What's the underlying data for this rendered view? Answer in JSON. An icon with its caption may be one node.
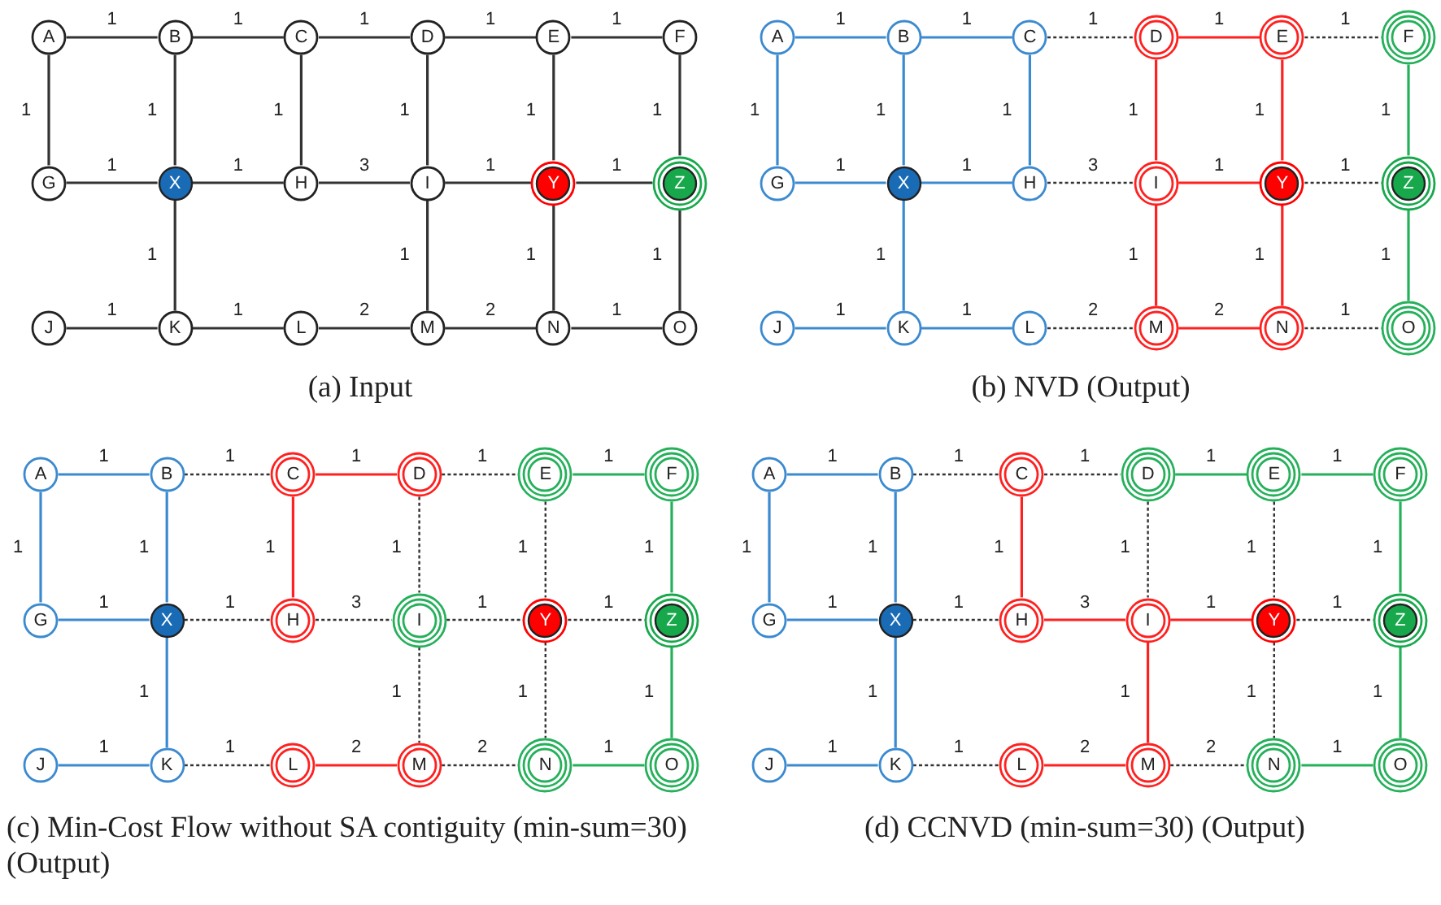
{
  "diagram": {
    "nodes": [
      {
        "text": [
          "A"
        ]
      },
      {
        "text": [
          "B"
        ]
      },
      {
        "text": [
          "C"
        ]
      },
      {
        "text": [
          "D"
        ]
      },
      {
        "text": [
          "E"
        ]
      },
      {
        "text": [
          "F"
        ]
      },
      {
        "text": [
          "G"
        ]
      },
      {
        "text": [
          "X"
        ]
      },
      {
        "text": [
          "H"
        ]
      },
      {
        "text": [
          "I"
        ]
      },
      {
        "text": [
          "Y"
        ]
      },
      {
        "text": [
          "Z"
        ]
      },
      {
        "text": [
          "J"
        ]
      },
      {
        "text": [
          "K"
        ]
      },
      {
        "text": [
          "L"
        ]
      },
      {
        "text": [
          "M"
        ]
      },
      {
        "text": [
          "N"
        ]
      },
      {
        "text": [
          "O"
        ]
      },
      {
        "text": [
          "A"
        ]
      },
      {
        "text": [
          "B"
        ]
      },
      {
        "text": [
          "C"
        ]
      },
      {
        "text": [
          "D"
        ]
      },
      {
        "text": [
          "E"
        ]
      },
      {
        "text": [
          "F"
        ]
      },
      {
        "text": [
          "G"
        ]
      },
      {
        "text": [
          "X"
        ]
      },
      {
        "text": [
          "H"
        ]
      },
      {
        "text": [
          "I"
        ]
      },
      {
        "text": [
          "Y"
        ]
      },
      {
        "text": [
          "Z"
        ]
      },
      {
        "text": [
          "J"
        ]
      },
      {
        "text": [
          "K"
        ]
      },
      {
        "text": [
          "L"
        ]
      },
      {
        "text": [
          "M"
        ]
      },
      {
        "text": [
          "N"
        ]
      },
      {
        "text": [
          "O"
        ]
      },
      {
        "text": [
          "A"
        ]
      },
      {
        "text": [
          "B"
        ]
      },
      {
        "text": [
          "C"
        ]
      },
      {
        "text": [
          "D"
        ]
      },
      {
        "text": [
          "E"
        ]
      },
      {
        "text": [
          "F"
        ]
      },
      {
        "text": [
          "G"
        ]
      },
      {
        "text": [
          "X"
        ]
      },
      {
        "text": [
          "H"
        ]
      },
      {
        "text": [
          "I"
        ]
      },
      {
        "text": [
          "Y"
        ]
      },
      {
        "text": [
          "Z"
        ]
      },
      {
        "text": [
          "J"
        ]
      },
      {
        "text": [
          "K"
        ]
      },
      {
        "text": [
          "L"
        ]
      },
      {
        "text": [
          "M"
        ]
      },
      {
        "text": [
          "N"
        ]
      },
      {
        "text": [
          "O"
        ]
      },
      {
        "text": [
          "A"
        ]
      },
      {
        "text": [
          "B"
        ]
      },
      {
        "text": [
          "C"
        ]
      },
      {
        "text": [
          "D"
        ]
      },
      {
        "text": [
          "E"
        ]
      },
      {
        "text": [
          "F"
        ]
      },
      {
        "text": [
          "G"
        ]
      },
      {
        "text": [
          "X"
        ]
      },
      {
        "text": [
          "H"
        ]
      },
      {
        "text": [
          "I"
        ]
      },
      {
        "text": [
          "Y"
        ]
      },
      {
        "text": [
          "Z"
        ]
      },
      {
        "text": [
          "J"
        ]
      },
      {
        "text": [
          "K"
        ]
      },
      {
        "text": [
          "L"
        ]
      },
      {
        "text": [
          "M"
        ]
      },
      {
        "text": [
          "N"
        ]
      },
      {
        "text": [
          "O"
        ]
      }
    ],
    "edges": [
      {
        "from": 0,
        "to": 1,
        "arrow": "none",
        "label": "1"
      },
      {
        "from": 1,
        "to": 2,
        "arrow": "none",
        "label": "1"
      },
      {
        "from": 2,
        "to": 3,
        "arrow": "none",
        "label": "1"
      },
      {
        "from": 3,
        "to": 4,
        "arrow": "none",
        "label": "1"
      },
      {
        "from": 4,
        "to": 5,
        "arrow": "none",
        "label": "1"
      },
      {
        "from": 0,
        "to": 6,
        "arrow": "none",
        "label": "1"
      },
      {
        "from": 1,
        "to": 7,
        "arrow": "none",
        "label": "1"
      },
      {
        "from": 2,
        "to": 8,
        "arrow": "none",
        "label": "1"
      },
      {
        "from": 3,
        "to": 9,
        "arrow": "none",
        "label": "1"
      },
      {
        "from": 4,
        "to": 10,
        "arrow": "none",
        "label": "1"
      },
      {
        "from": 5,
        "to": 11,
        "arrow": "none",
        "label": "1"
      },
      {
        "from": 6,
        "to": 7,
        "arrow": "none",
        "label": "1"
      },
      {
        "from": 7,
        "to": 8,
        "arrow": "none",
        "label": "1"
      },
      {
        "from": 8,
        "to": 9,
        "arrow": "none",
        "label": "3"
      },
      {
        "from": 9,
        "to": 10,
        "arrow": "none",
        "label": "1"
      },
      {
        "from": 10,
        "to": 11,
        "arrow": "none",
        "label": "1"
      },
      {
        "from": 7,
        "to": 13,
        "arrow": "none",
        "label": "1"
      },
      {
        "from": 9,
        "to": 15,
        "arrow": "none",
        "label": "1"
      },
      {
        "from": 10,
        "to": 16,
        "arrow": "none",
        "label": "1"
      },
      {
        "from": 11,
        "to": 17,
        "arrow": "none",
        "label": "1"
      },
      {
        "from": 12,
        "to": 13,
        "arrow": "none",
        "label": "1"
      },
      {
        "from": 13,
        "to": 14,
        "arrow": "none",
        "label": "1"
      },
      {
        "from": 14,
        "to": 15,
        "arrow": "none",
        "label": "2"
      },
      {
        "from": 15,
        "to": 16,
        "arrow": "none",
        "label": "2"
      },
      {
        "from": 16,
        "to": 17,
        "arrow": "none",
        "label": "1"
      },
      {
        "from": 18,
        "to": 19,
        "arrow": "none",
        "label": "1",
        "color": "#3b8ad0"
      },
      {
        "from": 19,
        "to": 20,
        "arrow": "none",
        "label": "1",
        "color": "#3b8ad0"
      },
      {
        "from": 20,
        "to": 21,
        "arrow": "none",
        "label": "1",
        "style": "dashed"
      },
      {
        "from": 21,
        "to": 22,
        "arrow": "none",
        "label": "1",
        "color": "#ff2020"
      },
      {
        "from": 22,
        "to": 23,
        "arrow": "none",
        "label": "1",
        "style": "dashed"
      },
      {
        "from": 18,
        "to": 24,
        "arrow": "none",
        "label": "1",
        "color": "#3b8ad0"
      },
      {
        "from": 19,
        "to": 25,
        "arrow": "none",
        "label": "1",
        "color": "#3b8ad0"
      },
      {
        "from": 20,
        "to": 26,
        "arrow": "none",
        "label": "1",
        "color": "#3b8ad0"
      },
      {
        "from": 21,
        "to": 27,
        "arrow": "none",
        "label": "1",
        "color": "#ff2020"
      },
      {
        "from": 22,
        "to": 28,
        "arrow": "none",
        "label": "1",
        "color": "#ff2020"
      },
      {
        "from": 23,
        "to": 29,
        "arrow": "none",
        "label": "1",
        "color": "#25b05a"
      },
      {
        "from": 24,
        "to": 25,
        "arrow": "none",
        "label": "1",
        "color": "#3b8ad0"
      },
      {
        "from": 25,
        "to": 26,
        "arrow": "none",
        "label": "1",
        "color": "#3b8ad0"
      },
      {
        "from": 26,
        "to": 27,
        "arrow": "none",
        "label": "3",
        "style": "dashed"
      },
      {
        "from": 27,
        "to": 28,
        "arrow": "none",
        "label": "1",
        "color": "#ff2020"
      },
      {
        "from": 28,
        "to": 29,
        "arrow": "none",
        "label": "1",
        "style": "dashed"
      },
      {
        "from": 25,
        "to": 31,
        "arrow": "none",
        "label": "1",
        "color": "#3b8ad0"
      },
      {
        "from": 27,
        "to": 33,
        "arrow": "none",
        "label": "1",
        "color": "#ff2020"
      },
      {
        "from": 28,
        "to": 34,
        "arrow": "none",
        "label": "1",
        "color": "#ff2020"
      },
      {
        "from": 29,
        "to": 35,
        "arrow": "none",
        "label": "1",
        "color": "#25b05a"
      },
      {
        "from": 30,
        "to": 31,
        "arrow": "none",
        "label": "1",
        "color": "#3b8ad0"
      },
      {
        "from": 31,
        "to": 32,
        "arrow": "none",
        "label": "1",
        "color": "#3b8ad0"
      },
      {
        "from": 32,
        "to": 33,
        "arrow": "none",
        "label": "2",
        "style": "dashed"
      },
      {
        "from": 33,
        "to": 34,
        "arrow": "none",
        "label": "2",
        "color": "#ff2020"
      },
      {
        "from": 34,
        "to": 35,
        "arrow": "none",
        "label": "1",
        "style": "dashed"
      },
      {
        "from": 36,
        "to": 37,
        "arrow": "none",
        "label": "1",
        "color": "#3b8ad0"
      },
      {
        "from": 37,
        "to": 38,
        "arrow": "none",
        "label": "1",
        "style": "dashed"
      },
      {
        "from": 38,
        "to": 39,
        "arrow": "none",
        "label": "1",
        "color": "#ff2020"
      },
      {
        "from": 39,
        "to": 40,
        "arrow": "none",
        "label": "1",
        "style": "dashed"
      },
      {
        "from": 40,
        "to": 41,
        "arrow": "none",
        "label": "1",
        "color": "#25b05a"
      },
      {
        "from": 36,
        "to": 42,
        "arrow": "none",
        "label": "1",
        "color": "#3b8ad0"
      },
      {
        "from": 37,
        "to": 43,
        "arrow": "none",
        "label": "1",
        "color": "#3b8ad0"
      },
      {
        "from": 38,
        "to": 44,
        "arrow": "none",
        "label": "1",
        "color": "#ff2020"
      },
      {
        "from": 39,
        "to": 45,
        "arrow": "none",
        "label": "1",
        "style": "dashed"
      },
      {
        "from": 40,
        "to": 46,
        "arrow": "none",
        "label": "1",
        "style": "dashed"
      },
      {
        "from": 41,
        "to": 47,
        "arrow": "none",
        "label": "1",
        "color": "#25b05a"
      },
      {
        "from": 42,
        "to": 43,
        "arrow": "none",
        "label": "1",
        "color": "#3b8ad0"
      },
      {
        "from": 43,
        "to": 44,
        "arrow": "none",
        "label": "1",
        "style": "dashed"
      },
      {
        "from": 44,
        "to": 45,
        "arrow": "none",
        "label": "3",
        "style": "dashed"
      },
      {
        "from": 45,
        "to": 46,
        "arrow": "none",
        "label": "1",
        "style": "dashed"
      },
      {
        "from": 46,
        "to": 47,
        "arrow": "none",
        "label": "1",
        "style": "dashed"
      },
      {
        "from": 43,
        "to": 49,
        "arrow": "none",
        "label": "1",
        "color": "#3b8ad0"
      },
      {
        "from": 45,
        "to": 51,
        "arrow": "none",
        "label": "1",
        "style": "dashed"
      },
      {
        "from": 46,
        "to": 52,
        "arrow": "none",
        "label": "1",
        "style": "dashed"
      },
      {
        "from": 47,
        "to": 53,
        "arrow": "none",
        "label": "1",
        "color": "#25b05a"
      },
      {
        "from": 48,
        "to": 49,
        "arrow": "none",
        "label": "1",
        "color": "#3b8ad0"
      },
      {
        "from": 49,
        "to": 50,
        "arrow": "none",
        "label": "1",
        "style": "dashed"
      },
      {
        "from": 50,
        "to": 51,
        "arrow": "none",
        "label": "2",
        "color": "#ff2020"
      },
      {
        "from": 51,
        "to": 52,
        "arrow": "none",
        "label": "2",
        "style": "dashed"
      },
      {
        "from": 52,
        "to": 53,
        "arrow": "none",
        "label": "1",
        "color": "#25b05a"
      },
      {
        "from": 54,
        "to": 55,
        "arrow": "none",
        "label": "1",
        "color": "#3b8ad0"
      },
      {
        "from": 55,
        "to": 56,
        "arrow": "none",
        "label": "1",
        "style": "dashed"
      },
      {
        "from": 56,
        "to": 57,
        "arrow": "none",
        "label": "1",
        "style": "dashed"
      },
      {
        "from": 57,
        "to": 58,
        "arrow": "none",
        "label": "1",
        "color": "#25b05a"
      },
      {
        "from": 58,
        "to": 59,
        "arrow": "none",
        "label": "1",
        "color": "#25b05a"
      },
      {
        "from": 54,
        "to": 60,
        "arrow": "none",
        "label": "1",
        "color": "#3b8ad0"
      },
      {
        "from": 55,
        "to": 61,
        "arrow": "none",
        "label": "1",
        "color": "#3b8ad0"
      },
      {
        "from": 56,
        "to": 62,
        "arrow": "none",
        "label": "1",
        "color": "#ff2020"
      },
      {
        "from": 57,
        "to": 63,
        "arrow": "none",
        "label": "1",
        "style": "dashed"
      },
      {
        "from": 58,
        "to": 64,
        "arrow": "none",
        "label": "1",
        "style": "dashed"
      },
      {
        "from": 59,
        "to": 65,
        "arrow": "none",
        "label": "1",
        "color": "#25b05a"
      },
      {
        "from": 60,
        "to": 61,
        "arrow": "none",
        "label": "1",
        "color": "#3b8ad0"
      },
      {
        "from": 61,
        "to": 62,
        "arrow": "none",
        "label": "1",
        "style": "dashed"
      },
      {
        "from": 62,
        "to": 63,
        "arrow": "none",
        "label": "3",
        "color": "#ff2020"
      },
      {
        "from": 63,
        "to": 64,
        "arrow": "none",
        "label": "1",
        "color": "#ff2020"
      },
      {
        "from": 64,
        "to": 65,
        "arrow": "none",
        "label": "1",
        "style": "dashed"
      },
      {
        "from": 61,
        "to": 67,
        "arrow": "none",
        "label": "1",
        "color": "#3b8ad0"
      },
      {
        "from": 63,
        "to": 69,
        "arrow": "none",
        "label": "1",
        "color": "#ff2020"
      },
      {
        "from": 64,
        "to": 70,
        "arrow": "none",
        "label": "1",
        "style": "dashed"
      },
      {
        "from": 65,
        "to": 71,
        "arrow": "none",
        "label": "1",
        "color": "#25b05a"
      },
      {
        "from": 66,
        "to": 67,
        "arrow": "none",
        "label": "1",
        "color": "#3b8ad0"
      },
      {
        "from": 67,
        "to": 68,
        "arrow": "none",
        "label": "1",
        "style": "dashed"
      },
      {
        "from": 68,
        "to": 69,
        "arrow": "none",
        "label": "2",
        "color": "#ff2020"
      },
      {
        "from": 69,
        "to": 70,
        "arrow": "none",
        "label": "2",
        "style": "dashed"
      },
      {
        "from": 70,
        "to": 71,
        "arrow": "none",
        "label": "1",
        "color": "#25b05a"
      }
    ],
    "labels": [
      "(a) Input",
      "(b) NVD (Output)",
      "(c) Min-Cost Flow without SA contiguity (min-sum=30)(Output)",
      "(d) CCNVD (min-sum=30) (Output)"
    ]
  }
}
